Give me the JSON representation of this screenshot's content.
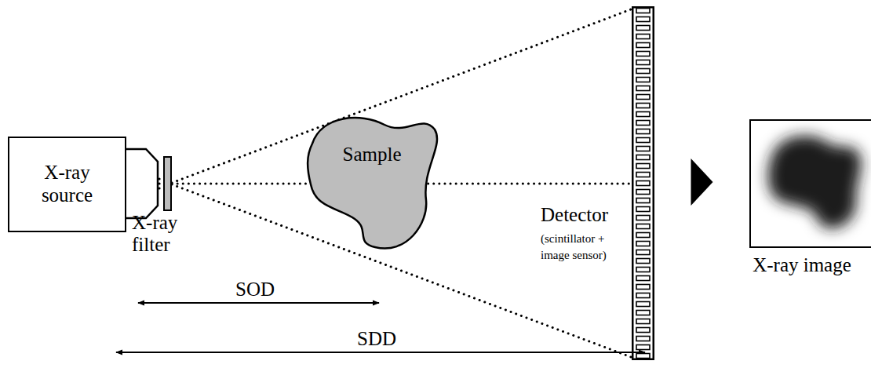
{
  "diagram": {
    "nodes": [
      {
        "text": [
          "X-ray source"
        ]
      },
      {
        "text": [
          "Sample"
        ]
      },
      {
        "text": [
          "Detector",
          "(scintillator + image sensor)"
        ]
      },
      {
        "text": [
          "X-ray image"
        ]
      }
    ],
    "edges": [
      {
        "from": 2,
        "to": 3,
        "arrow": "to"
      }
    ],
    "labels": [
      "X-ray filter",
      "SOD",
      "SDD"
    ]
  }
}
